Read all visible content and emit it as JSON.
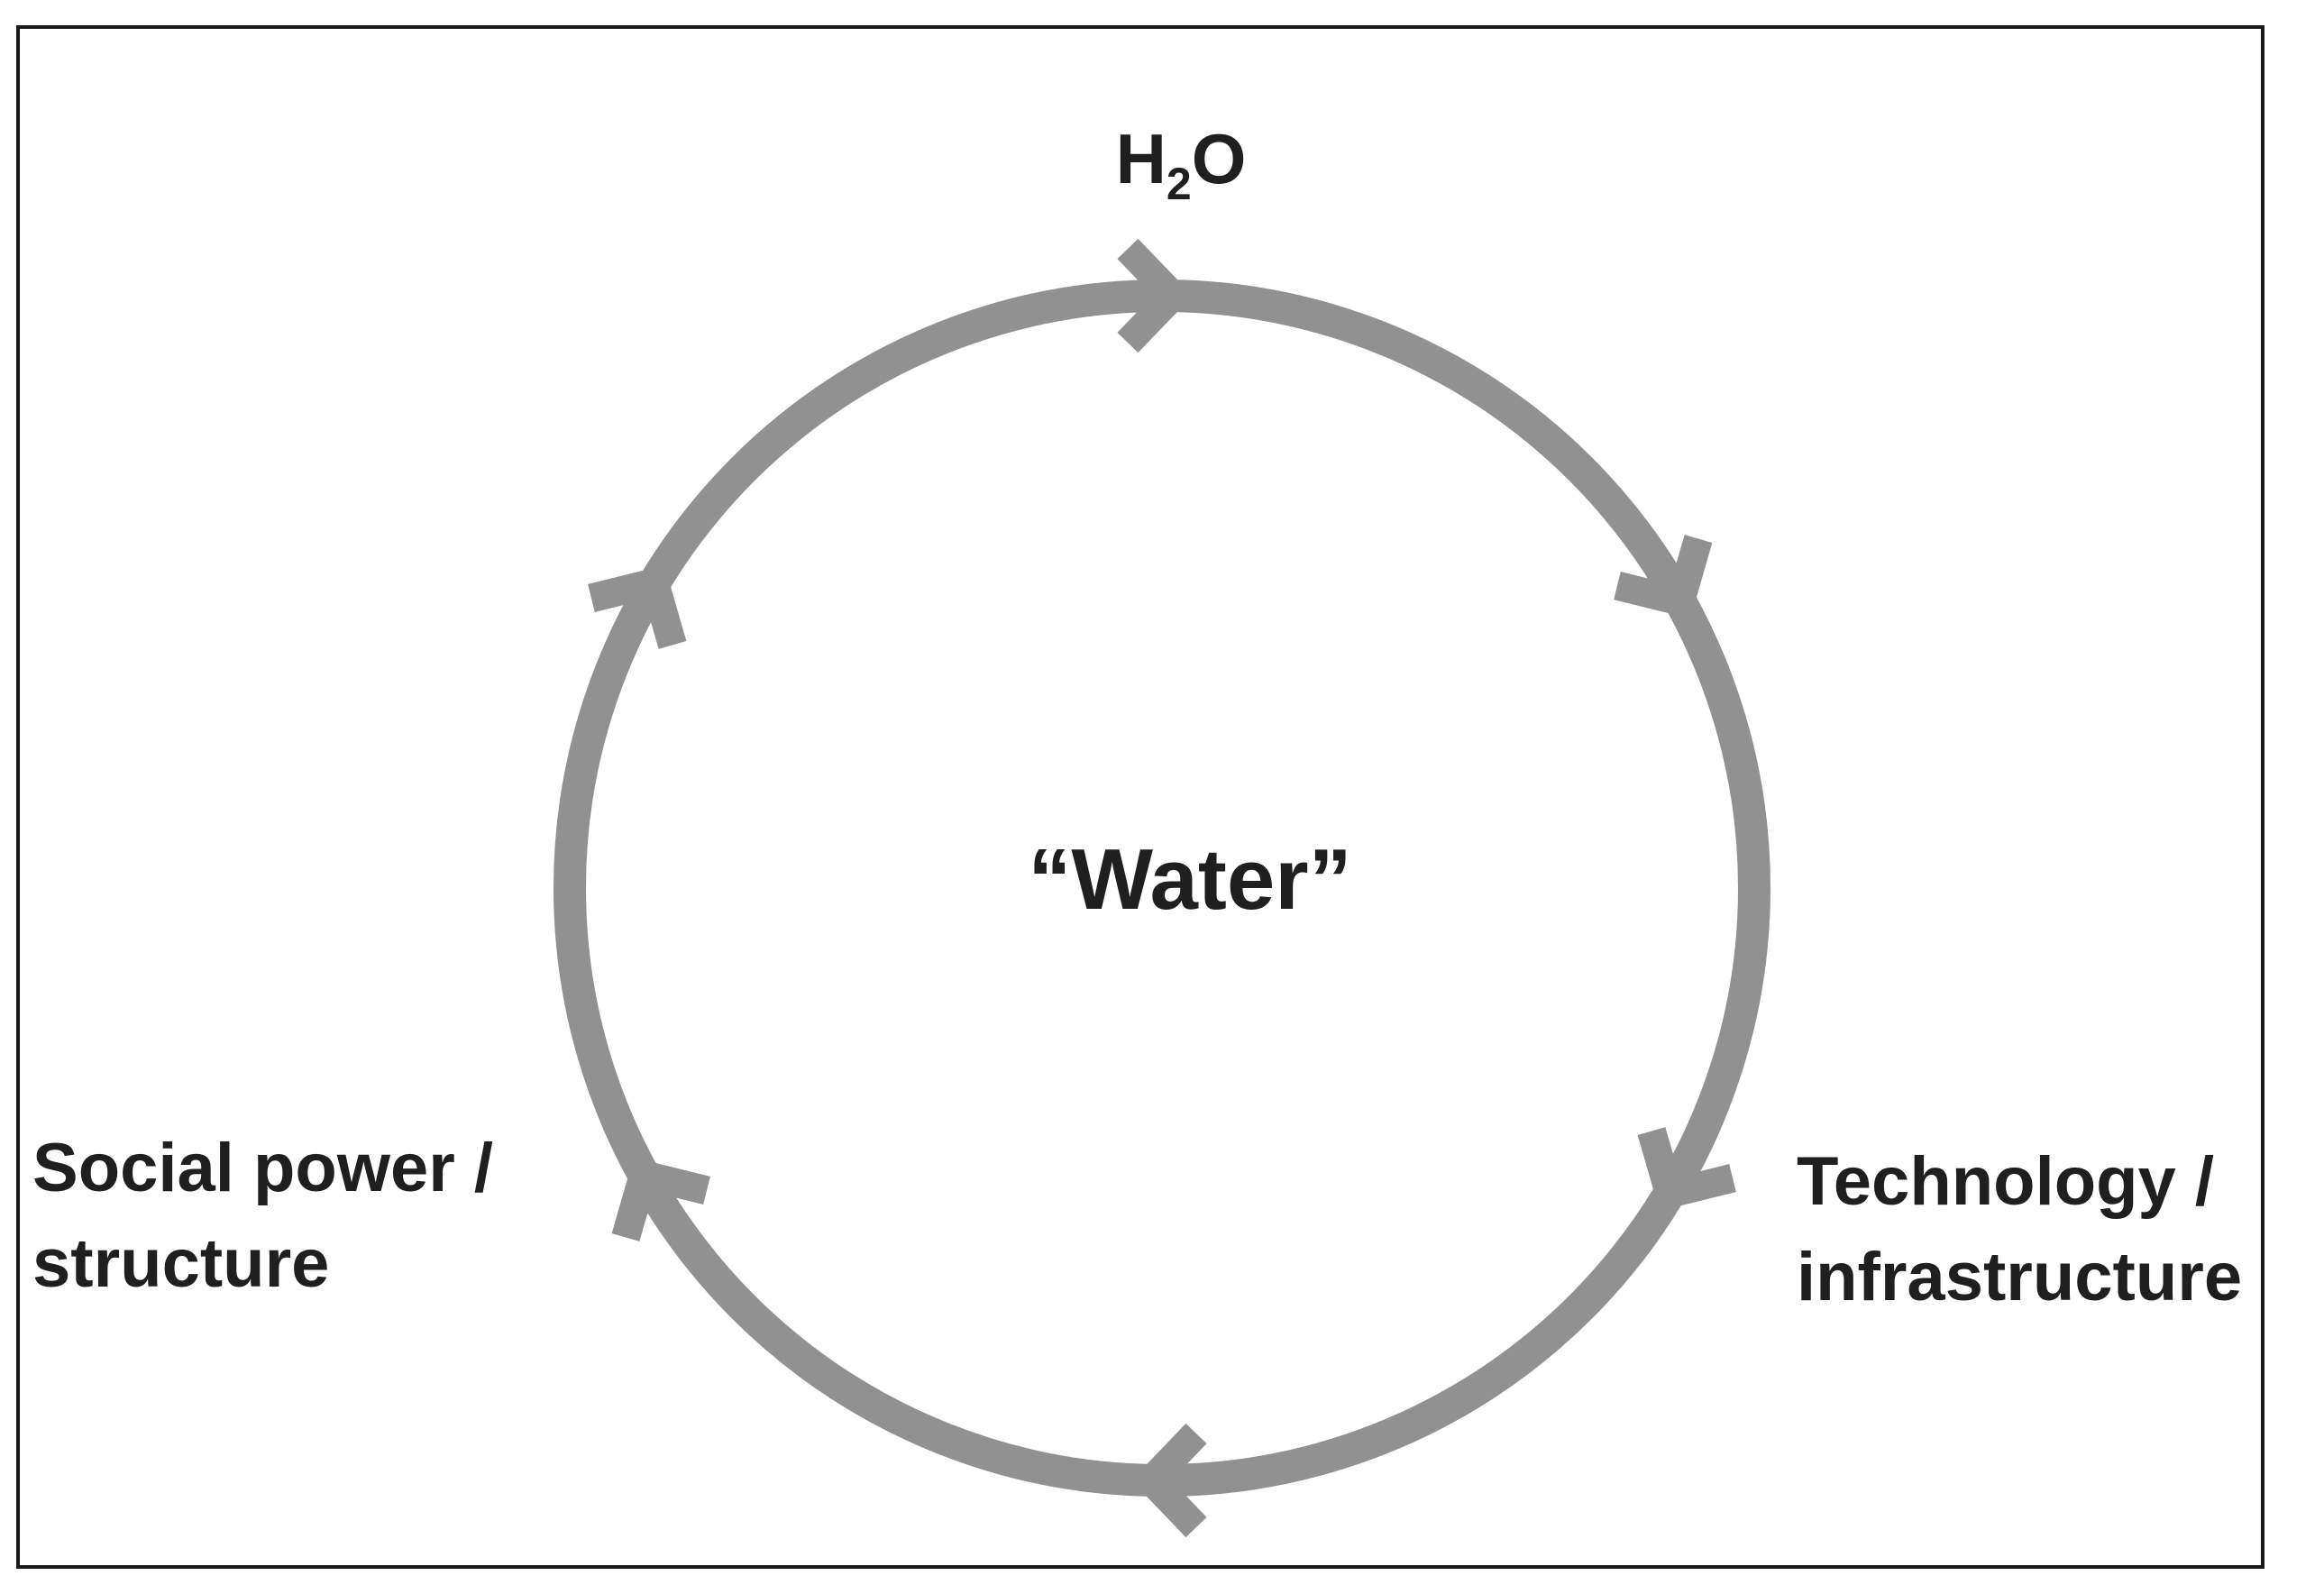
{
  "diagram": {
    "center_label": "“Water”",
    "nodes": {
      "top": {
        "main": "H",
        "sub": "2",
        "tail": "O"
      },
      "bottom_left": {
        "line1": "Social power /",
        "line2": "structure"
      },
      "bottom_right": {
        "line1": "Technology /",
        "line2": "infrastructure"
      }
    },
    "cycle": {
      "direction": "clockwise",
      "arrowhead_count": 6,
      "stroke_color": "#919191"
    },
    "frame_color": "#1a1a1a",
    "text_color": "#1f1f1f"
  }
}
